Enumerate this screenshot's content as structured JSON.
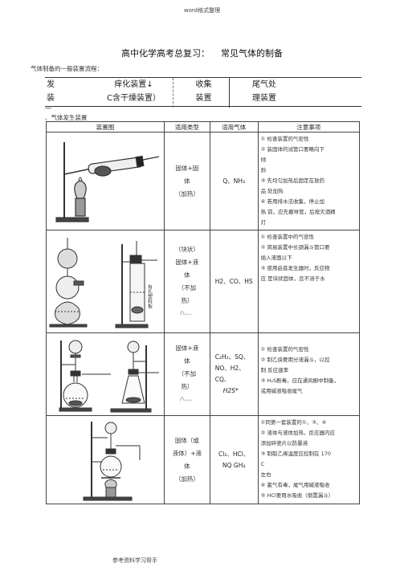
{
  "header_note": "word格式整理",
  "title": "高中化学高考总复习：    常见气体的制备",
  "subtitle": "气体制备的一般装置流程：",
  "flow": {
    "c1_top": "发",
    "c1_bottom": "装",
    "c2_top": "痒化装置↓",
    "c2_bottom": "C含干燥装置）",
    "c3_top": "收集",
    "c3_bottom": "装置",
    "c4_top": "尾气处",
    "c4_bottom": "理装置",
    "dash": "一"
  },
  "section_label": "、气体发生装置",
  "table": {
    "headers": [
      "装置图",
      "适用类型",
      "适用气体",
      "注意事项"
    ],
    "rows": [
      {
        "type_lines": [
          "固体+固",
          "体",
          "（加热）"
        ],
        "gas_lines": [
          "Q、NH₃"
        ],
        "notes": [
          "①    检查装置的气密性",
          "②    装固体的试管口要略向下",
          "倾",
          "斜",
          "③    先均匀加热后固定在放药",
          "品 处加热",
          "④    若用排水法收集，停止加",
          "热 前，应先撤导管，后熄灭酒精",
          "灯"
        ]
      },
      {
        "type_lines": [
          "（块状）",
          "固体+液",
          "体",
          "（不加",
          "热）",
          "八、、、"
        ],
        "gas_lines": [
          "H2、CO、HS"
        ],
        "notes": [
          "①    检查装置中的气密性",
          "②    简易装置中长颈漏斗管口要",
          "插入液面以下",
          "③    使用启普发生器时，反应物",
          "应 是块状固体，且不溶于水"
        ]
      },
      {
        "type_lines": [
          "固体+液",
          "体",
          "（不加",
          "热）",
          "八、、，"
        ],
        "gas_lines": [
          "C₂H₂、SQ、",
          "NO、H2、",
          "CQ、",
          "H2S*"
        ],
        "notes": [
          "①    检查装置的气密性",
          "②    制乙炔要用分液漏斗，以控",
          "制 反应速率",
          "③ H₂S剧毒，应在通风橱中制备，",
          "或用碱液吸收尾气"
        ]
      },
      {
        "type_lines": [
          "固体（或",
          "液体）+液",
          "体",
          "（加热）"
        ],
        "gas_lines": [
          "Cl₂、HCl、",
          "NQ GH₄"
        ],
        "notes": [
          "①同第一套装置的①、③、④",
          "②    液体与液体加热，反应器内应",
          "添加碎瓷片以防暴沸",
          "③    制取乙烯温度应控制在  170",
          "C",
          "左右",
          "④    氯气有毒，尾气用碱液吸收",
          "⑤ HCl要用水吸收（倒置漏斗）"
        ]
      }
    ],
    "label_text": "有孔塑料板"
  },
  "footer": "参考资料学习帮手"
}
